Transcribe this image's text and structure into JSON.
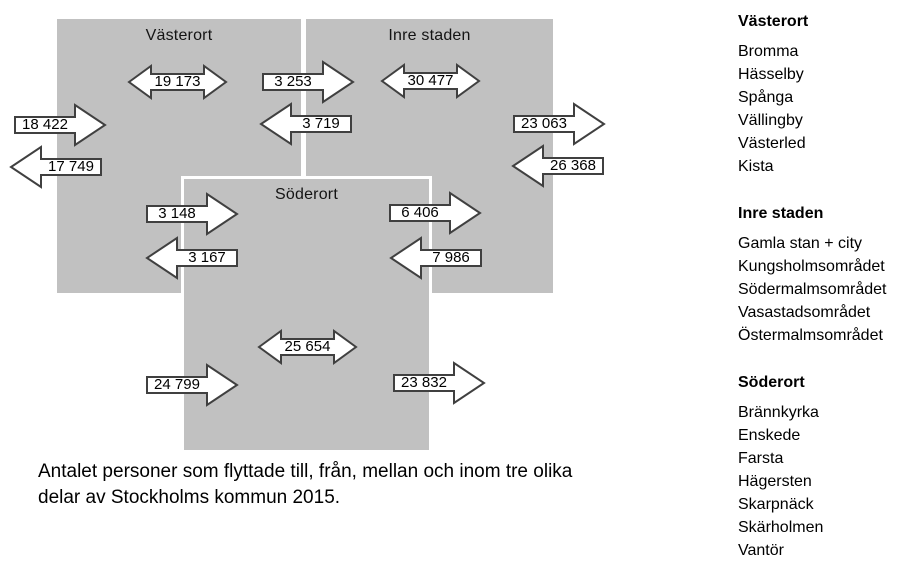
{
  "colors": {
    "region_fill": "#c1c1c1",
    "arrow_fill": "#ffffff",
    "arrow_stroke": "#404040",
    "text": "#000000"
  },
  "diagram": {
    "regions": {
      "vasterort": {
        "label": "Västerort"
      },
      "inre_staden": {
        "label": "Inre staden"
      },
      "soderort": {
        "label": "Söderort"
      }
    },
    "arrows": {
      "vasterort_internal": {
        "value": "19 173",
        "direction": "both"
      },
      "vasterort_to_inre": {
        "value": "3 253",
        "direction": "right"
      },
      "inre_internal": {
        "value": "30 477",
        "direction": "both"
      },
      "into_vasterort": {
        "value": "18 422",
        "direction": "right"
      },
      "out_of_vasterort": {
        "value": "17 749",
        "direction": "left"
      },
      "inre_to_vasterort": {
        "value": "3 719",
        "direction": "left"
      },
      "out_of_inre": {
        "value": "23 063",
        "direction": "right"
      },
      "into_inre": {
        "value": "26 368",
        "direction": "left"
      },
      "vasterort_to_soderort": {
        "value": "3 148",
        "direction": "right"
      },
      "soderort_to_vasterort": {
        "value": "3 167",
        "direction": "left"
      },
      "soderort_to_inre": {
        "value": "6 406",
        "direction": "right"
      },
      "inre_to_soderort": {
        "value": "7 986",
        "direction": "left"
      },
      "soderort_internal": {
        "value": "25 654",
        "direction": "both"
      },
      "into_soderort": {
        "value": "24 799",
        "direction": "right"
      },
      "out_of_soderort": {
        "value": "23 832",
        "direction": "right"
      }
    }
  },
  "caption": {
    "line1": "Antalet personer som flyttade till, från, mellan och inom tre olika",
    "line2": "delar av Stockholms kommun 2015."
  },
  "sidebar": {
    "groups": [
      {
        "title": "Västerort",
        "items": [
          "Bromma",
          "Hässelby",
          "Spånga",
          "Vällingby",
          "Västerled",
          "Kista"
        ]
      },
      {
        "title": "Inre staden",
        "items": [
          "Gamla stan + city",
          "Kungsholmsområdet",
          "Södermalmsområdet",
          "Vasastadsområdet",
          "Östermalmsområdet"
        ]
      },
      {
        "title": "Söderort",
        "items": [
          "Brännkyrka",
          "Enskede",
          "Farsta",
          "Hägersten",
          "Skarpnäck",
          "Skärholmen",
          "Vantör"
        ]
      }
    ]
  }
}
